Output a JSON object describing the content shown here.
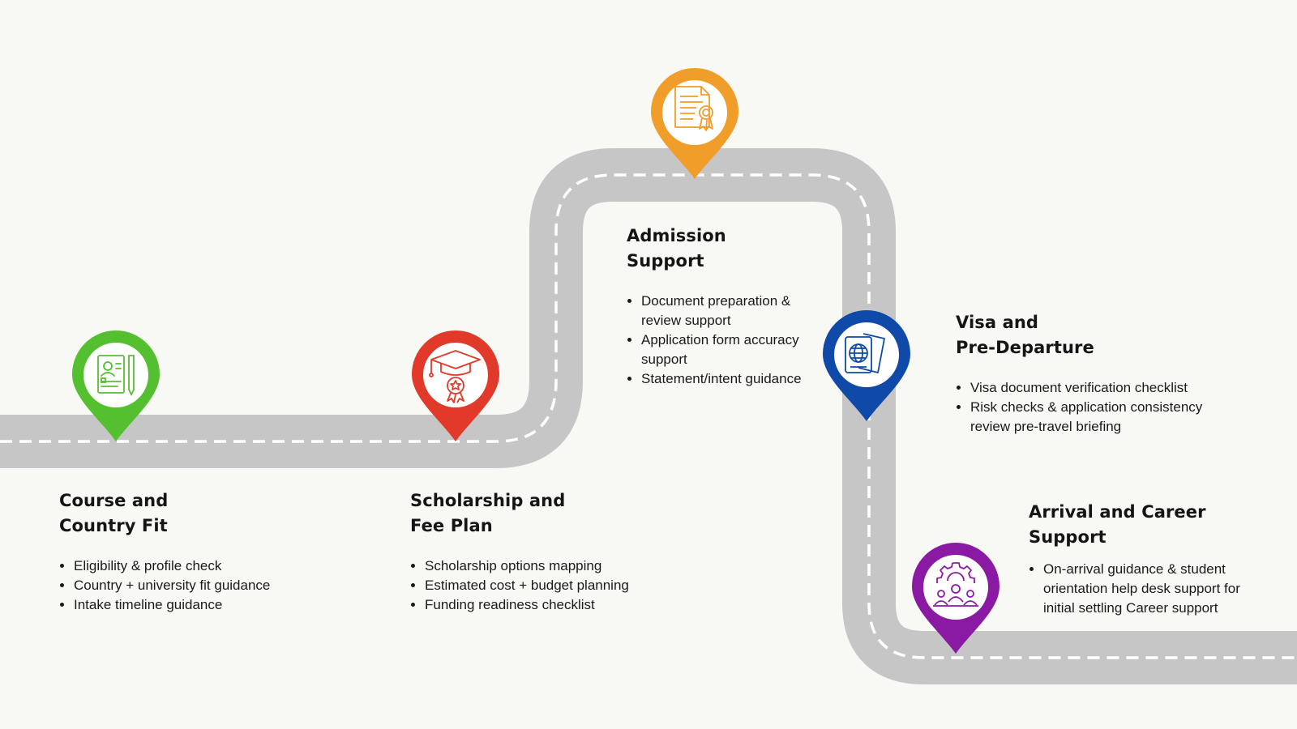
{
  "stages": [
    {
      "id": "course",
      "title_line1": "Course and",
      "title_line2": "Country Fit",
      "color": "#55c02f",
      "icon": "resume-profile-icon",
      "bullets": [
        "Eligibility & profile check",
        "Country + university fit guidance",
        "Intake timeline guidance"
      ]
    },
    {
      "id": "scholarship",
      "title_line1": "Scholarship and",
      "title_line2": "Fee Plan",
      "color": "#e13a2a",
      "icon": "graduation-cap-award-icon",
      "bullets": [
        "Scholarship options mapping",
        "Estimated cost + budget planning",
        "Funding readiness checklist"
      ]
    },
    {
      "id": "admission",
      "title_line1": "Admission",
      "title_line2": "Support",
      "color": "#f19d2a",
      "icon": "certificate-document-icon",
      "bullets": [
        "Document preparation & review support",
        "Application form accuracy support",
        "Statement/intent guidance"
      ]
    },
    {
      "id": "visa",
      "title_line1": "Visa and",
      "title_line2": "Pre-Departure",
      "color": "#0f4aa8",
      "icon": "passport-globe-icon",
      "bullets": [
        "Visa document verification checklist",
        "Risk checks & application consistency review pre-travel briefing"
      ]
    },
    {
      "id": "arrival",
      "title_line1": "Arrival and Career",
      "title_line2": "Support",
      "color": "#8a1aa3",
      "icon": "team-gear-icon",
      "bullets": [
        "On-arrival guidance & student orientation help desk support for initial settling Career support"
      ]
    }
  ],
  "road": {
    "color": "#c6c6c6",
    "dash_color": "#ffffff"
  }
}
